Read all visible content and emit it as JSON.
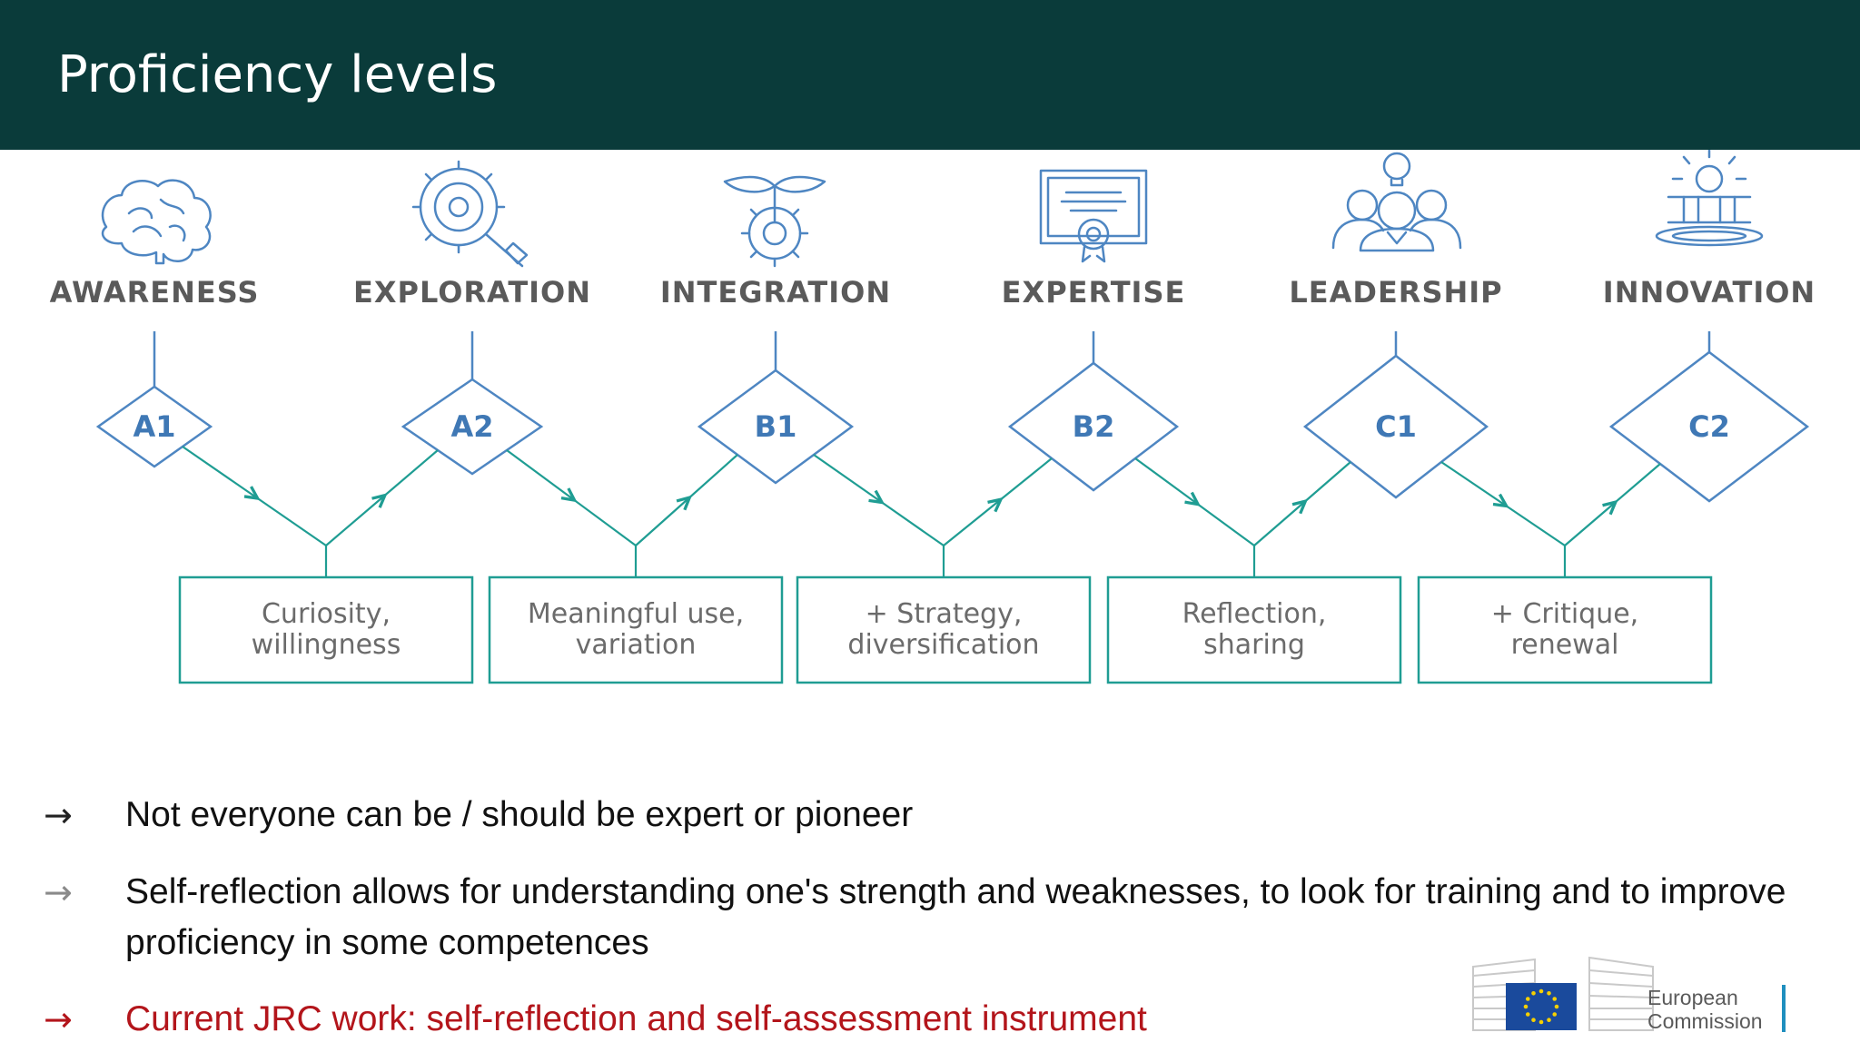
{
  "header": {
    "title": "Proficiency levels"
  },
  "levels": [
    {
      "name": "AWARENESS",
      "code": "A1",
      "icon": "brain-icon"
    },
    {
      "name": "EXPLORATION",
      "code": "A2",
      "icon": "gear-magnifier-icon"
    },
    {
      "name": "INTEGRATION",
      "code": "B1",
      "icon": "sprout-gear-icon"
    },
    {
      "name": "EXPERTISE",
      "code": "B2",
      "icon": "certificate-icon"
    },
    {
      "name": "LEADERSHIP",
      "code": "C1",
      "icon": "team-lightbulb-icon"
    },
    {
      "name": "INNOVATION",
      "code": "C2",
      "icon": "lightbulb-pedestal-icon"
    }
  ],
  "transitions": [
    {
      "line1": "Curiosity,",
      "line2": "willingness"
    },
    {
      "line1": "Meaningful use,",
      "line2": "variation"
    },
    {
      "line1": "+ Strategy,",
      "line2": "diversification"
    },
    {
      "line1": "Reflection,",
      "line2": "sharing"
    },
    {
      "line1": "+ Critique,",
      "line2": "renewal"
    }
  ],
  "bullets": [
    {
      "arrow": "→",
      "text": "Not everyone can be / should be expert or pioneer",
      "color": "#111111",
      "arrow_color": "#222222"
    },
    {
      "arrow": "→",
      "text": " Self-reflection allows for understanding one's strength and weaknesses, to look for training and to improve proficiency in some competences",
      "color": "#111111",
      "arrow_color": "#8a8a8a"
    },
    {
      "arrow": "→",
      "text": "Current JRC work: self-reflection and self-assessment instrument",
      "color": "#b3151b",
      "arrow_color": "#b3151b"
    }
  ],
  "logo": {
    "line1": "European",
    "line2": "Commission"
  },
  "colors": {
    "header_bg": "#0a3b3a",
    "diamond_stroke": "#4e86c2",
    "code_text": "#3f78b5",
    "teal": "#1f9d93",
    "label_text": "#5a5a5a",
    "box_text": "#6b6b6b",
    "eu_blue": "#1a4a9c",
    "eu_gold": "#f5d000"
  }
}
